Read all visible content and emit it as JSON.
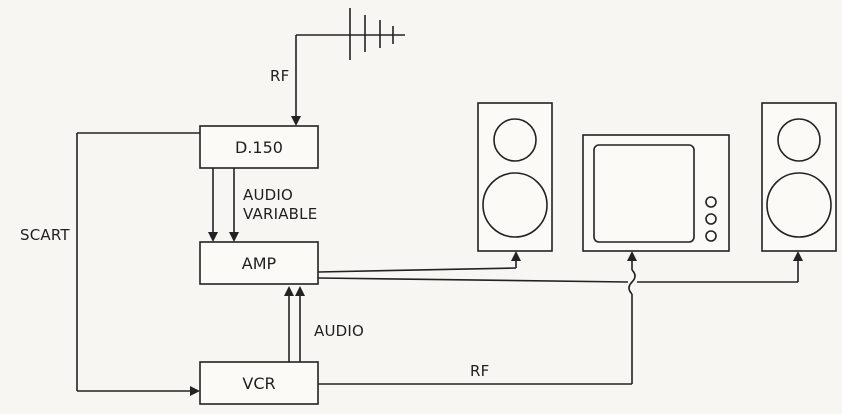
{
  "blocks": {
    "decoder": "D.150",
    "amplifier": "AMP",
    "vcr": "VCR"
  },
  "labels": {
    "rf_top": "RF",
    "audio_variable_line1": "AUDIO",
    "audio_variable_line2": "VARIABLE",
    "scart": "SCART",
    "audio_vcr": "AUDIO",
    "rf_bottom": "RF"
  },
  "devices": [
    "antenna",
    "left-speaker",
    "tv-monitor",
    "right-speaker"
  ]
}
